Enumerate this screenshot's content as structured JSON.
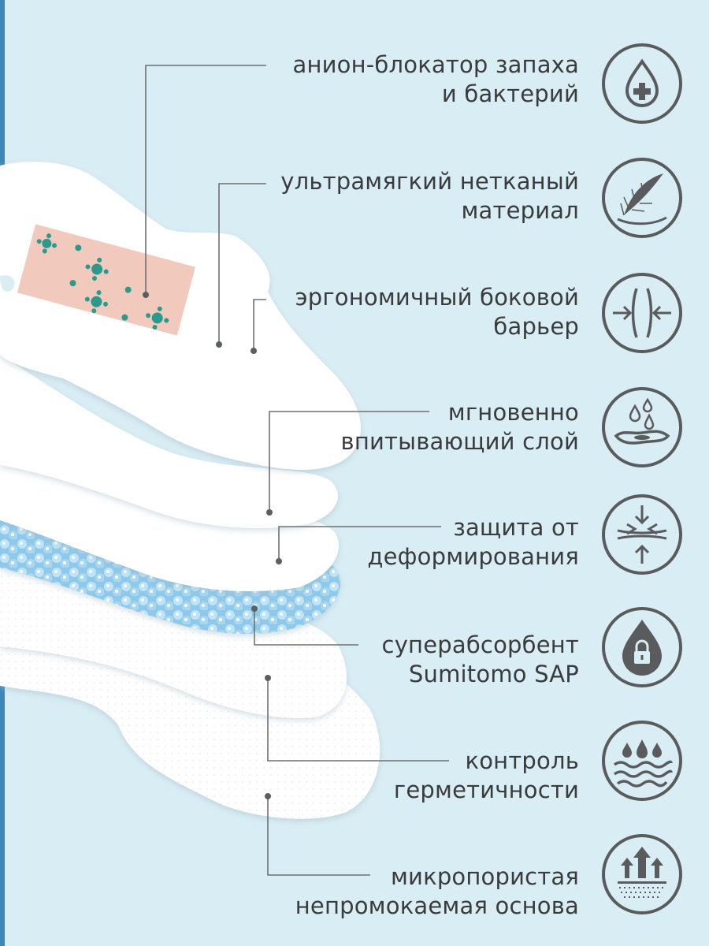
{
  "features": [
    {
      "line1": "анион-блокатор запаха",
      "line2": "и бактерий",
      "icon": "drop-cross-icon"
    },
    {
      "line1": "ультрамягкий нетканый",
      "line2": "материал",
      "icon": "feather-icon"
    },
    {
      "line1": "эргономичный боковой",
      "line2": "барьер",
      "icon": "side-barrier-arrows-icon"
    },
    {
      "line1": "мгновенно",
      "line2": "впитывающий слой",
      "icon": "drops-on-pad-icon"
    },
    {
      "line1": "защита от",
      "line2": "деформирования",
      "icon": "compression-arrows-icon"
    },
    {
      "line1": "суперабсорбент",
      "line2": "Sumitomo SAP",
      "icon": "drop-lock-icon"
    },
    {
      "line1": "контроль",
      "line2": "герметичности",
      "icon": "drops-waves-icon"
    },
    {
      "line1": "микропористая",
      "line2": "непромокаемая основа",
      "icon": "breathable-arrows-icon"
    }
  ],
  "colors": {
    "background": "#d9edf4",
    "text": "#3a3b3d",
    "icon_stroke": "#5a5b5d",
    "leader_line": "#6f7073",
    "pad_white": "#ffffff",
    "pink_patch": "#f2c9bd",
    "flower_teal": "#2a9a8c",
    "sap_blue": "#8fc9ea",
    "edge_strip": "#3f87b8"
  }
}
